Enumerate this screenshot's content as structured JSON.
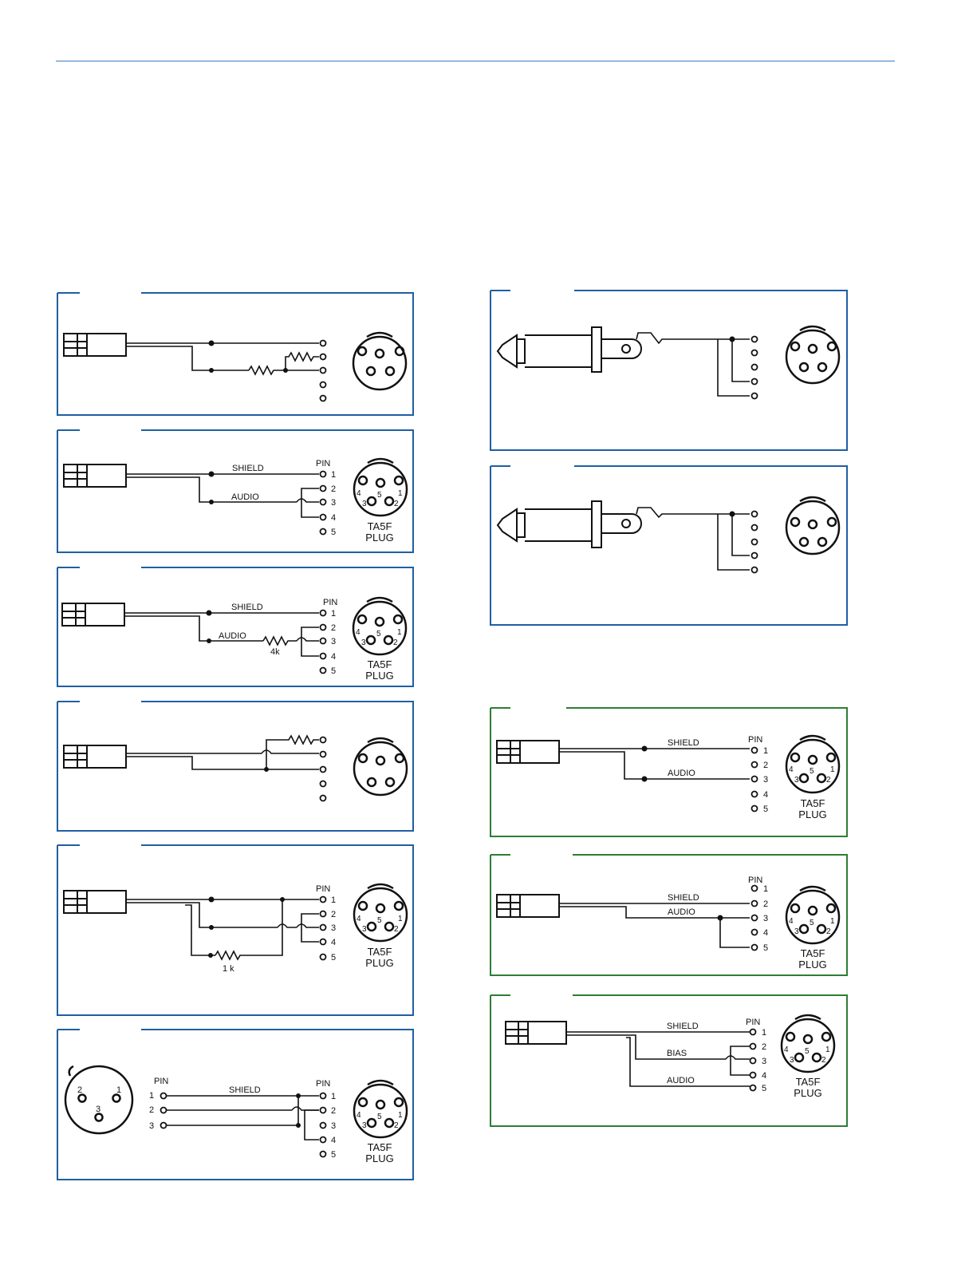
{
  "colors": {
    "blue_panel": "#1f5fa3",
    "green_panel": "#2e7d32",
    "rule": "#3a7bc8",
    "wire": "#111111"
  },
  "labels": {
    "shield": "SHIELD",
    "audio": "AUDIO",
    "bias": "BIAS",
    "pin": "PIN",
    "ta5f": "TA5F",
    "plug": "PLUG",
    "r4k": "4k",
    "r1k": "1 k"
  },
  "pins": [
    "1",
    "2",
    "3",
    "4",
    "5"
  ],
  "xlr_pins": [
    "1",
    "2",
    "3"
  ],
  "icons": [
    "mini-plug-icon",
    "quarter-inch-plug-icon",
    "xlr-connector-icon",
    "ta5f-connector-icon",
    "resistor-icon"
  ]
}
